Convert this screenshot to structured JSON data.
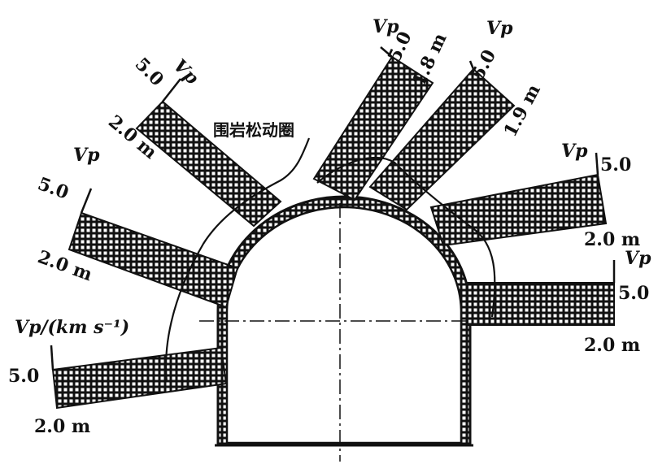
{
  "diagram": {
    "zone_label": "围岩松动圈",
    "axis_unit_label": "Vp/(km s⁻¹)",
    "velocity_symbol": "Vp",
    "probes": [
      {
        "id": "bottom-left",
        "vmax": "5.0",
        "depth": "2.0 m"
      },
      {
        "id": "left",
        "vmax": "5.0",
        "depth": "2.0 m"
      },
      {
        "id": "upper-left",
        "vmax": "5.0",
        "depth": "2.0 m"
      },
      {
        "id": "top",
        "vmax": "5.0",
        "depth": "1.8 m"
      },
      {
        "id": "upper-right",
        "vmax": "5.0",
        "depth": "1.9 m"
      },
      {
        "id": "right",
        "vmax": "5.0",
        "depth": "2.0 m"
      },
      {
        "id": "right-bottom",
        "vmax": "5.0",
        "depth": "2.0 m"
      }
    ]
  }
}
